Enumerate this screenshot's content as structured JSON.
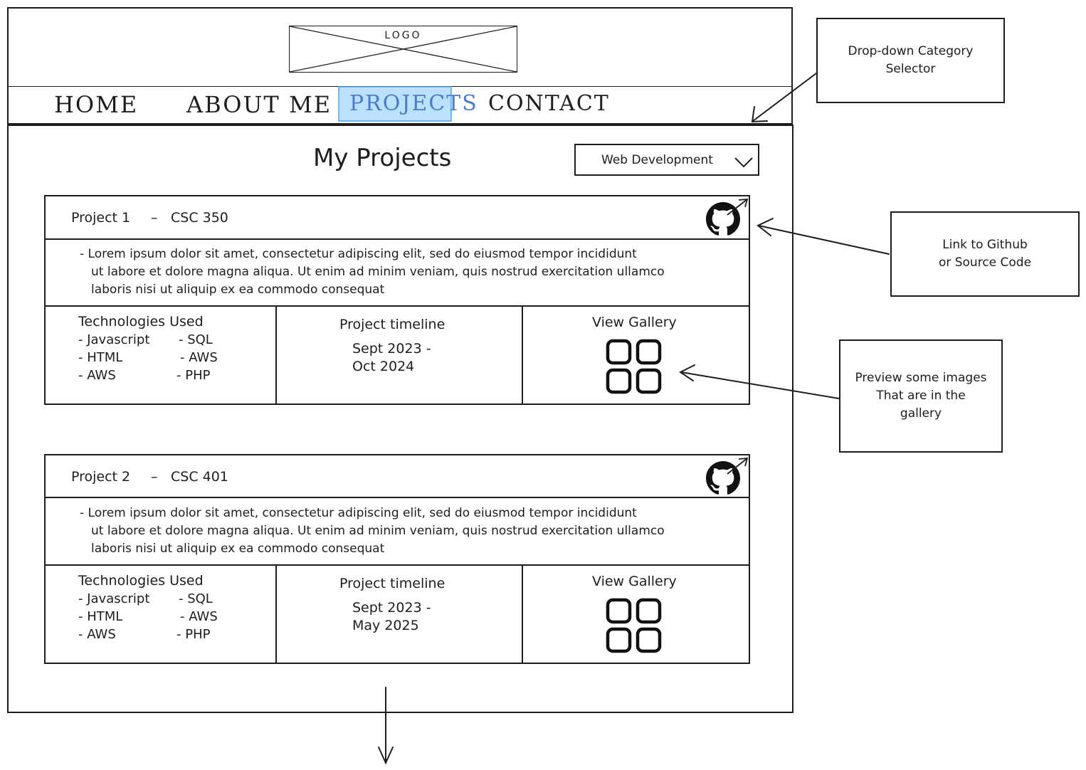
{
  "header": {
    "logo_text": "LOGO",
    "nav": [
      {
        "label": "HOME"
      },
      {
        "label": "ABOUT ME"
      },
      {
        "label": "PROJECTS",
        "active": true
      },
      {
        "label": "CONTACT"
      }
    ],
    "active_color": "#a5d8ff"
  },
  "main": {
    "title": "My Projects",
    "category_select": {
      "value": "Web Development"
    }
  },
  "projects": [
    {
      "title": "Project 1",
      "course": "CSC 350",
      "description": [
        "- Lorem ipsum dolor sit amet, consectetur adipiscing elit, sed do eiusmod tempor incididunt",
        "ut labore et dolore magna aliqua. Ut enim ad minim veniam, quis nostrud exercitation ullamco",
        "laboris nisi ut aliquip ex ea commodo consequat"
      ],
      "tech_title": "Technologies Used",
      "tech_left": [
        "- Javascript",
        "- HTML",
        "- AWS"
      ],
      "tech_right": [
        "- SQL",
        "- AWS",
        "- PHP"
      ],
      "timeline_title": "Project timeline",
      "timeline": [
        "Sept 2023 -",
        "Oct 2024"
      ],
      "gallery_title": "View Gallery"
    },
    {
      "title": "Project 2",
      "course": "CSC 401",
      "description": [
        "- Lorem ipsum dolor sit amet, consectetur adipiscing elit, sed do eiusmod tempor incididunt",
        "ut labore et dolore magna aliqua. Ut enim ad minim veniam, quis nostrud exercitation ullamco",
        "laboris nisi ut aliquip ex ea commodo consequat"
      ],
      "tech_title": "Technologies Used",
      "tech_left": [
        "- Javascript",
        "- HTML",
        "- AWS"
      ],
      "tech_right": [
        "- SQL",
        "- AWS",
        "- PHP"
      ],
      "timeline_title": "Project timeline",
      "timeline": [
        "Sept 2023 -",
        "May 2025"
      ],
      "gallery_title": "View Gallery"
    }
  ],
  "annotations": {
    "dropdown_note": [
      "Drop-down Category",
      "Selector"
    ],
    "github_note": [
      "Link to Github",
      "or Source Code"
    ],
    "gallery_note": [
      "Preview some images",
      "That are in the",
      "gallery"
    ]
  },
  "icons": {
    "github": "github-icon",
    "gallery": "gallery-grid-icon",
    "chevron": "chevron-down-icon"
  }
}
